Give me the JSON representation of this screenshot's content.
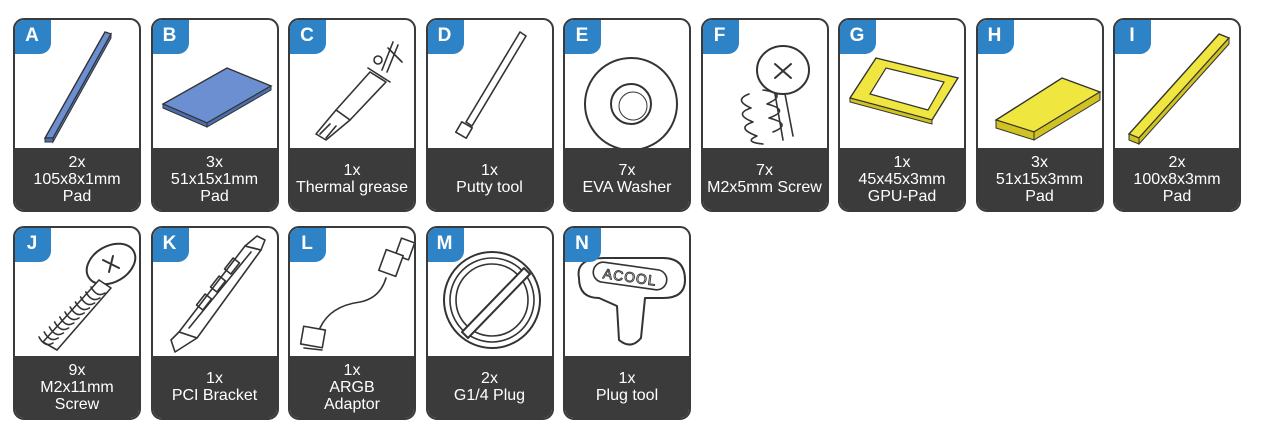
{
  "items": [
    {
      "letter": "A",
      "qty": "2x",
      "lines": [
        "105x8x1mm",
        "Pad"
      ],
      "icon": "long-pad-icon",
      "color": "#6b8fd0"
    },
    {
      "letter": "B",
      "qty": "3x",
      "lines": [
        "51x15x1mm",
        "Pad"
      ],
      "icon": "wide-pad-icon",
      "color": "#6b8fd0"
    },
    {
      "letter": "C",
      "qty": "1x",
      "lines": [
        "Thermal grease"
      ],
      "icon": "syringe-icon"
    },
    {
      "letter": "D",
      "qty": "1x",
      "lines": [
        "Putty tool"
      ],
      "icon": "spatula-icon"
    },
    {
      "letter": "E",
      "qty": "7x",
      "lines": [
        "EVA Washer"
      ],
      "icon": "washer-icon"
    },
    {
      "letter": "F",
      "qty": "7x",
      "lines": [
        "M2x5mm Screw"
      ],
      "icon": "spring-screw-icon"
    },
    {
      "letter": "G",
      "qty": "1x",
      "lines": [
        "45x45x3mm",
        "GPU-Pad"
      ],
      "icon": "frame-pad-icon",
      "color": "#f0e640"
    },
    {
      "letter": "H",
      "qty": "3x",
      "lines": [
        "51x15x3mm",
        "Pad"
      ],
      "icon": "thick-pad-icon",
      "color": "#f0e640"
    },
    {
      "letter": "I",
      "qty": "2x",
      "lines": [
        "100x8x3mm",
        "Pad"
      ],
      "icon": "long-thick-pad-icon",
      "color": "#f0e640"
    },
    {
      "letter": "J",
      "qty": "9x",
      "lines": [
        "M2x11mm",
        "Screw"
      ],
      "icon": "long-screw-icon"
    },
    {
      "letter": "K",
      "qty": "1x",
      "lines": [
        "PCI Bracket"
      ],
      "icon": "pci-bracket-icon"
    },
    {
      "letter": "L",
      "qty": "1x",
      "lines": [
        "ARGB",
        "Adaptor"
      ],
      "icon": "argb-cable-icon"
    },
    {
      "letter": "M",
      "qty": "2x",
      "lines": [
        "G1/4 Plug"
      ],
      "icon": "plug-icon"
    },
    {
      "letter": "N",
      "qty": "1x",
      "lines": [
        "Plug tool"
      ],
      "icon": "plug-tool-icon",
      "logo_text": "ACOOL"
    }
  ],
  "colors": {
    "badge": "#2e83c6",
    "caption_bg": "#3b3b3b",
    "border": "#3a3a3a"
  }
}
